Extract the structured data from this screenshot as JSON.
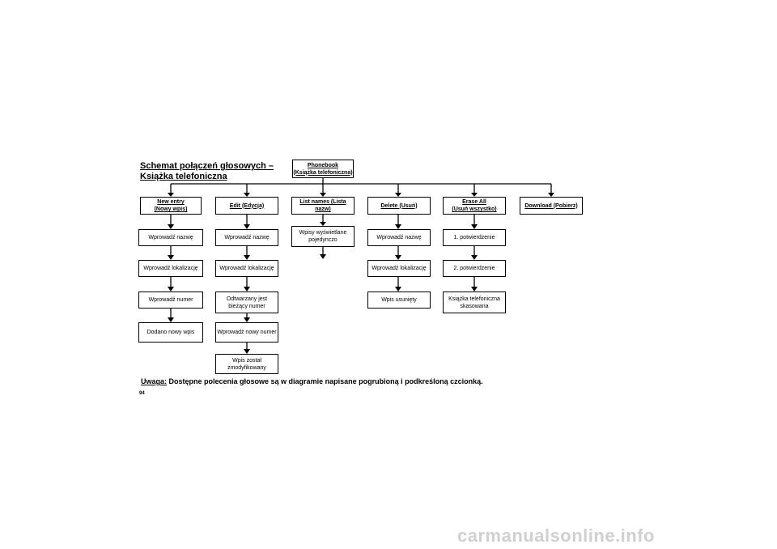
{
  "title_line1": "Schemat połączeń głosowych –",
  "title_line2": "Książka telefoniczna",
  "root": "Phonebook\n(Książka telefoniczna)",
  "columns": [
    {
      "header": "New entry\n(Nowy wpis)",
      "items": [
        "Wprowadź nazwę",
        "Wprowadź lokalizację",
        "Wprowadź numer",
        "Dodano nowy wpis"
      ]
    },
    {
      "header": "Edit (Edycja)",
      "items": [
        "Wprowadź nazwę",
        "Wprowadź lokalizację",
        "Odtwarzany jest\nbieżący numer",
        "Wprowadź nowy numer",
        "Wpis został\nzmodyfikowany"
      ]
    },
    {
      "header": "List names (Lista nazw)",
      "items": [
        "Wpisy wyświetlane\npojedynczo"
      ]
    },
    {
      "header": "Delete (Usuń)",
      "items": [
        "Wprowadź nazwę",
        "Wprowadź lokalizację",
        "Wpis usunięty"
      ]
    },
    {
      "header": "Erase All\n(Usuń wszystko)",
      "items": [
        "1. potwierdzenie",
        "2. potwierdzenie",
        "Książka telefoniczna\nskasowana"
      ]
    },
    {
      "header": "Download (Pobierz)",
      "items": []
    }
  ],
  "note_label": "Uwaga:",
  "note_text": " Dostępne polecenia głosowe są w diagramie napisane pogrubioną i podkreśloną czcionką.",
  "page_number": "94",
  "watermark": "carmanualsonline.info"
}
